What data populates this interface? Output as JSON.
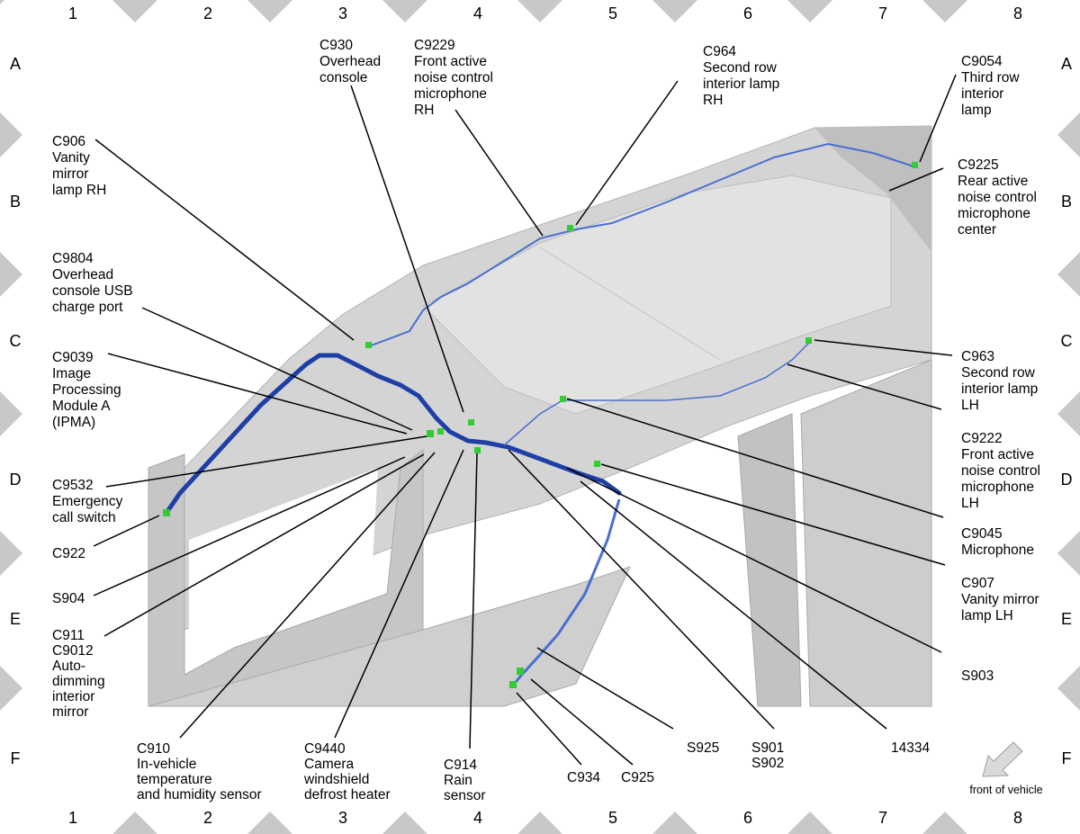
{
  "grid": {
    "columns": [
      "1",
      "2",
      "3",
      "4",
      "5",
      "6",
      "7",
      "8"
    ],
    "rows": [
      "A",
      "B",
      "C",
      "D",
      "E",
      "F"
    ]
  },
  "callouts": [
    {
      "id": "c930",
      "lines": [
        "C930",
        "Overhead",
        "console"
      ]
    },
    {
      "id": "c9229",
      "lines": [
        "C9229",
        "Front active",
        "noise control",
        "microphone",
        "RH"
      ]
    },
    {
      "id": "c964",
      "lines": [
        "C964",
        "Second row",
        "interior lamp",
        "RH"
      ]
    },
    {
      "id": "c9054",
      "lines": [
        "C9054",
        "Third row",
        "interior",
        "lamp"
      ]
    },
    {
      "id": "c906",
      "lines": [
        "C906",
        "Vanity",
        "mirror",
        "lamp RH"
      ]
    },
    {
      "id": "c9225",
      "lines": [
        "C9225",
        "Rear active",
        "noise control",
        "microphone",
        "center"
      ]
    },
    {
      "id": "c9804",
      "lines": [
        "C9804",
        "Overhead",
        "console USB",
        "charge port"
      ]
    },
    {
      "id": "c9039",
      "lines": [
        "C9039",
        "Image",
        "Processing",
        "Module A",
        "(IPMA)"
      ]
    },
    {
      "id": "c963",
      "lines": [
        "C963",
        "Second row",
        "interior lamp",
        "LH"
      ]
    },
    {
      "id": "c9222",
      "lines": [
        "C9222",
        "Front active",
        "noise control",
        "microphone",
        "LH"
      ]
    },
    {
      "id": "c9532",
      "lines": [
        "C9532",
        "Emergency",
        "call switch"
      ]
    },
    {
      "id": "c922",
      "lines": [
        "C922"
      ]
    },
    {
      "id": "c9045",
      "lines": [
        "C9045",
        "Microphone"
      ]
    },
    {
      "id": "s904",
      "lines": [
        "S904"
      ]
    },
    {
      "id": "c907",
      "lines": [
        "C907",
        "Vanity mirror",
        "lamp LH"
      ]
    },
    {
      "id": "c911",
      "lines": [
        "C911",
        "C9012",
        "Auto-",
        "dimming",
        "interior",
        "mirror"
      ]
    },
    {
      "id": "s903",
      "lines": [
        "S903"
      ]
    },
    {
      "id": "c910",
      "lines": [
        "C910",
        "In-vehicle",
        "temperature",
        "and humidity sensor"
      ]
    },
    {
      "id": "c9440",
      "lines": [
        "C9440",
        "Camera",
        "windshield",
        "defrost heater"
      ]
    },
    {
      "id": "c914",
      "lines": [
        "C914",
        "Rain",
        "sensor"
      ]
    },
    {
      "id": "s925",
      "lines": [
        "S925"
      ]
    },
    {
      "id": "s901",
      "lines": [
        "S901",
        "S902"
      ]
    },
    {
      "id": "n14334",
      "lines": [
        "14334"
      ]
    },
    {
      "id": "c934",
      "lines": [
        "C934"
      ]
    },
    {
      "id": "c925",
      "lines": [
        "C925"
      ]
    }
  ],
  "front_note": "front of vehicle",
  "colors": {
    "harness": "#1e3fa6",
    "harness_light": "#4a6fd0",
    "connector": "#32cd32",
    "body_panel": "#d4d4d4",
    "roof_glass": "#e2e2e2",
    "border_marker": "#c8c8c8"
  }
}
